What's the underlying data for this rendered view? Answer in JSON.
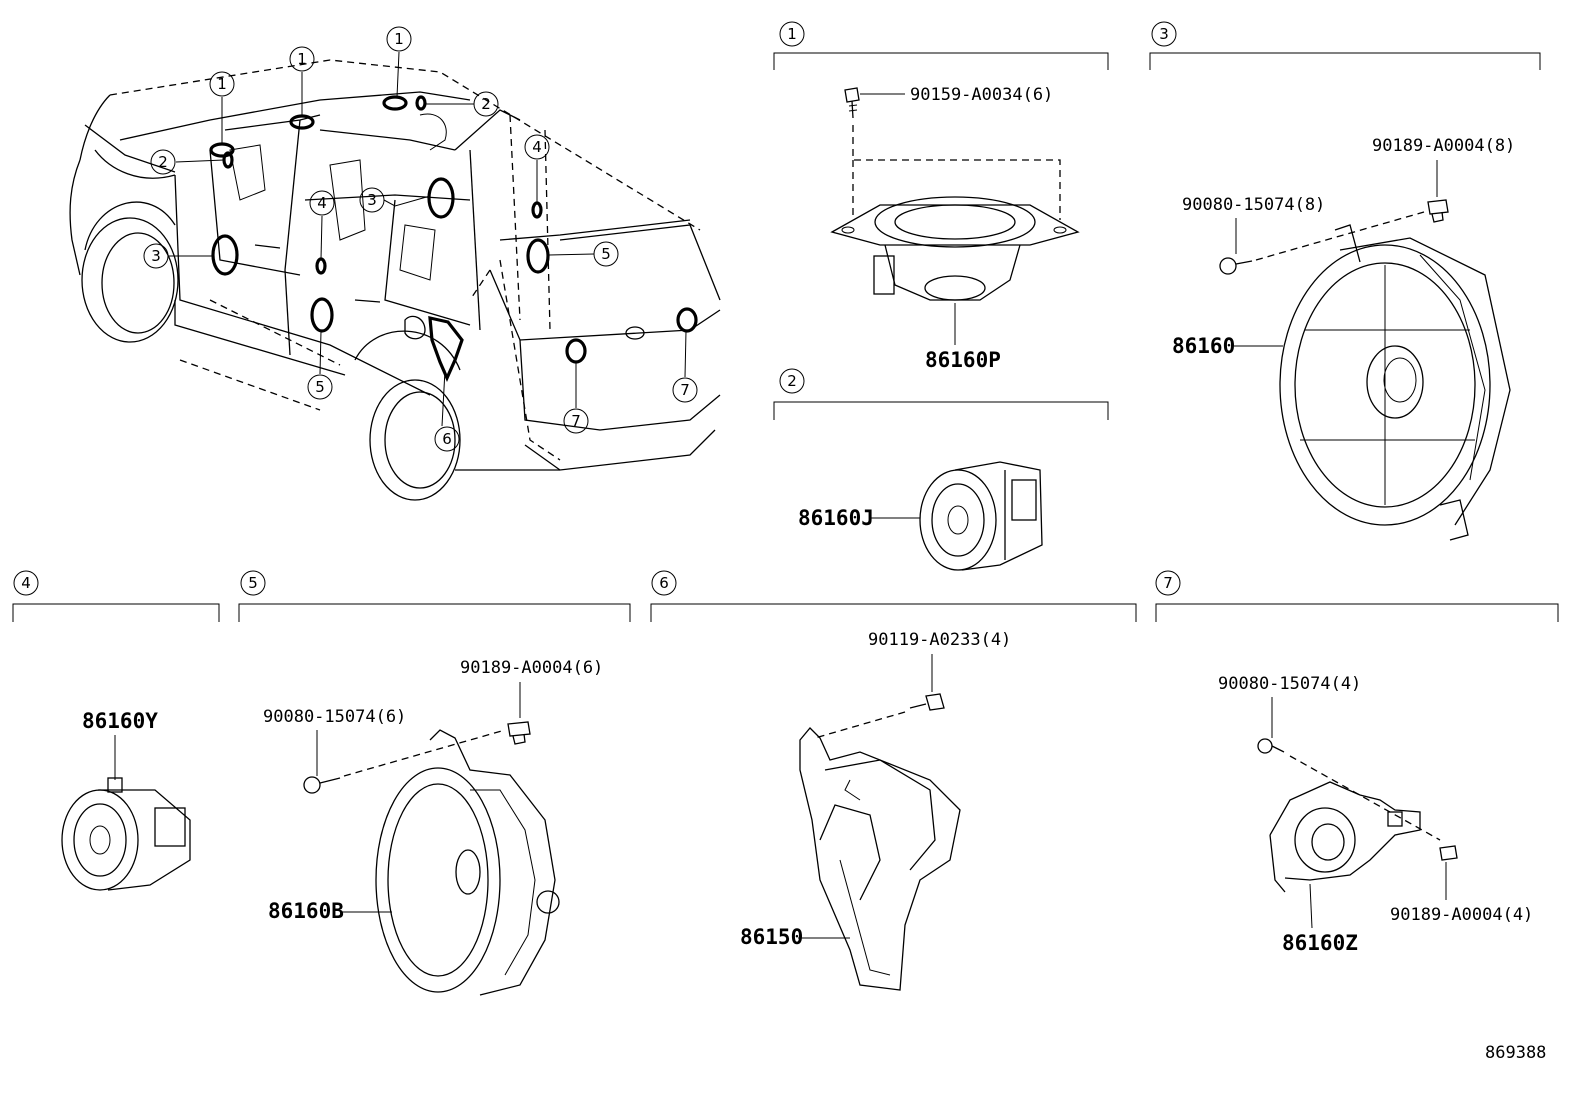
{
  "callout_numbers": [
    "1",
    "2",
    "3",
    "4",
    "5",
    "6",
    "7"
  ],
  "sections": {
    "s1": {
      "number": "1",
      "fastener": "90159-A0034(6)",
      "part": "86160P"
    },
    "s2": {
      "number": "2",
      "part": "86160J"
    },
    "s3": {
      "number": "3",
      "fastener_a": "90189-A0004(8)",
      "fastener_b": "90080-15074(8)",
      "part": "86160"
    },
    "s4": {
      "number": "4",
      "part": "86160Y"
    },
    "s5": {
      "number": "5",
      "fastener_a": "90189-A0004(6)",
      "fastener_b": "90080-15074(6)",
      "part": "86160B"
    },
    "s6": {
      "number": "6",
      "fastener": "90119-A0233(4)",
      "part": "86150"
    },
    "s7": {
      "number": "7",
      "fastener_a": "90080-15074(4)",
      "fastener_b": "90189-A0004(4)",
      "part": "86160Z"
    }
  },
  "figure_id": "869388"
}
